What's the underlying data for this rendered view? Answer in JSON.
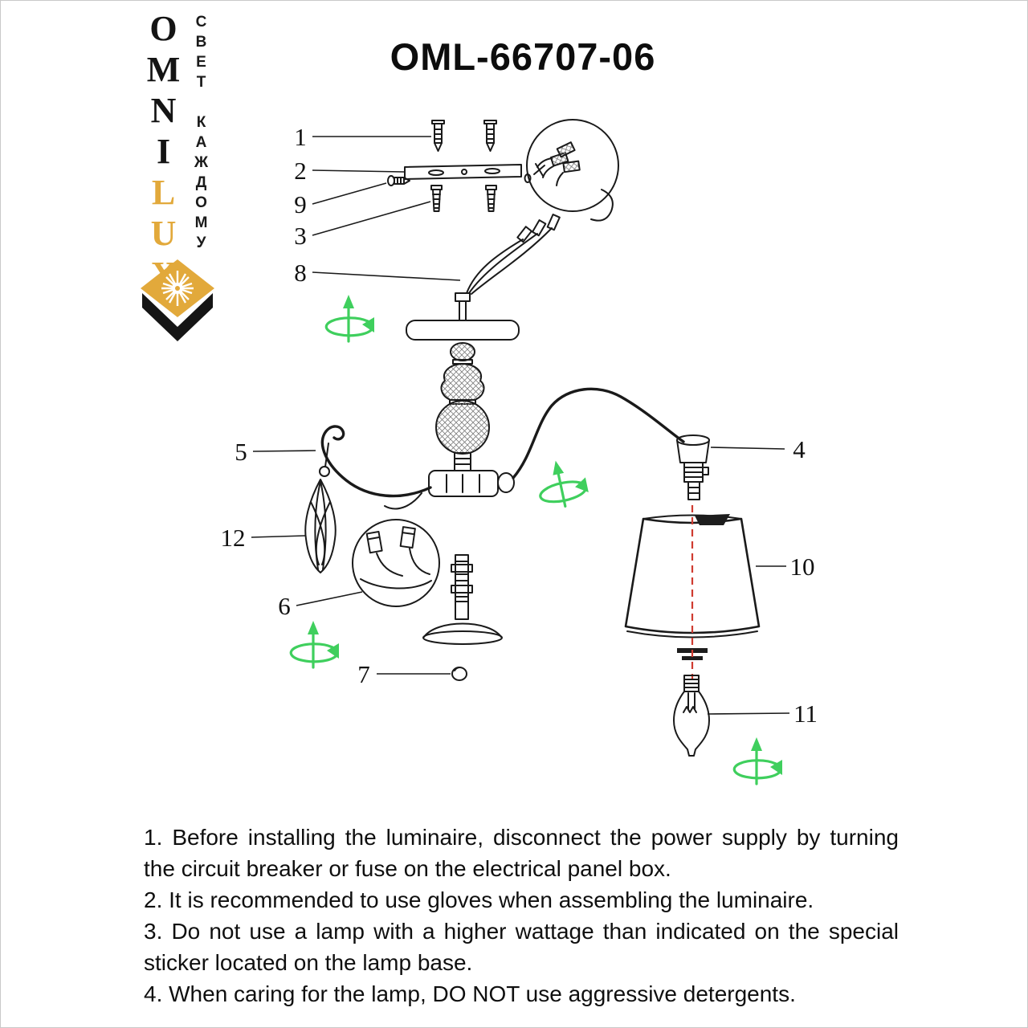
{
  "title": "OML-66707-06",
  "logo": {
    "brand_black": "OMNI",
    "brand_gold": "LUX",
    "tagline": "СВЕТ КАЖДОМУ",
    "gold_color": "#e2a93b"
  },
  "diagram": {
    "part_labels": [
      "1",
      "2",
      "9",
      "3",
      "8",
      "5",
      "12",
      "6",
      "7",
      "4",
      "10",
      "11"
    ],
    "accent_green": "#3fcf5d",
    "accent_red": "#cf3b30",
    "line_color": "#1a1a1a"
  },
  "instructions": {
    "items": [
      "1. Before installing the luminaire, disconnect the power supply by turning the circuit breaker or fuse on the electrical panel box.",
      "2. It is recommended to use gloves when assembling the luminaire.",
      "3. Do not use a lamp with a higher wattage than indicated on the special sticker located on the lamp base.",
      "4. When caring for the lamp, DO NOT use aggressive detergents."
    ]
  }
}
